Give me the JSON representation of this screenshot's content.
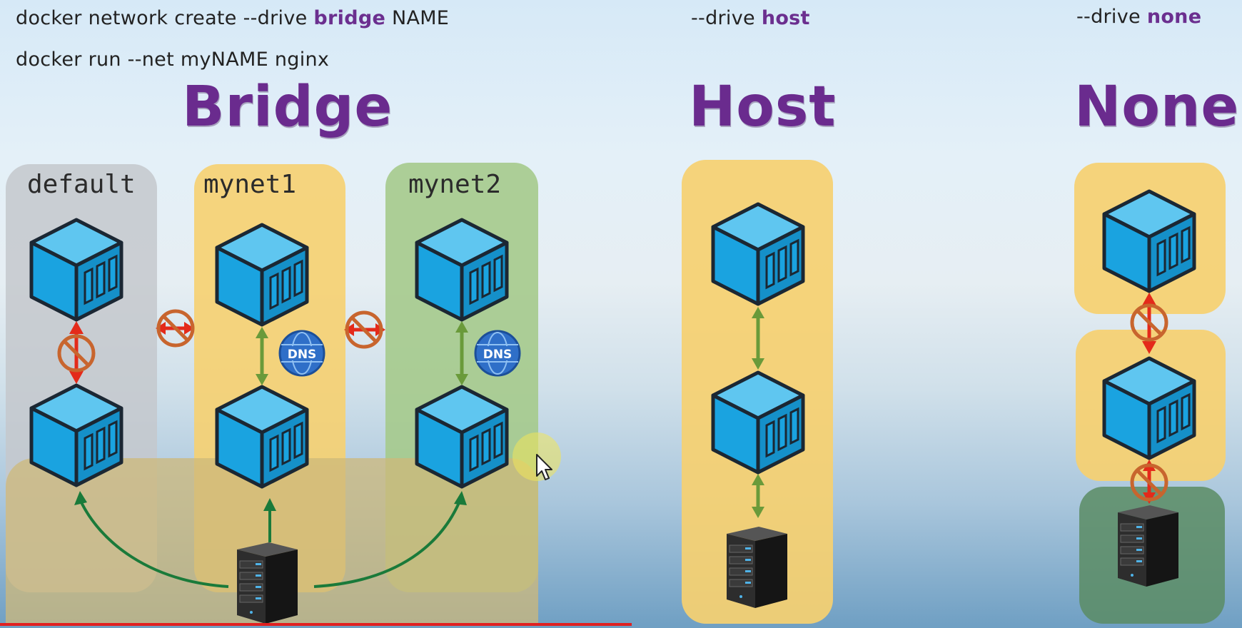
{
  "commands": {
    "bridge_create": {
      "prefix": "docker network create --drive ",
      "keyword": "bridge",
      "suffix": " NAME"
    },
    "run": "docker run --net myNAME nginx",
    "host_drive": {
      "prefix": "--drive ",
      "keyword": "host"
    },
    "none_drive": {
      "prefix": "--drive ",
      "keyword": "none"
    }
  },
  "titles": {
    "bridge": "Bridge",
    "host": "Host",
    "none": "None"
  },
  "bridge_networks": [
    {
      "label": "default",
      "color": "#c9cdd1"
    },
    {
      "label": "mynet1",
      "color": "#f5d27a"
    },
    {
      "label": "mynet2",
      "color": "#a9cc8e"
    }
  ],
  "dns_label": "DNS",
  "colors": {
    "title": "#6a2b8e",
    "keyword": "#6b2f8f",
    "container": "#1aa3e0",
    "allowed_arrow": "#6a9a3a",
    "blocked_arrow": "#e42a1a",
    "blocked_ring": "#c8652e",
    "host_link": "#1a7a3a"
  },
  "icons": [
    "container-cube-icon",
    "server-icon",
    "dns-globe-icon",
    "no-connection-icon",
    "mouse-cursor-icon"
  ]
}
